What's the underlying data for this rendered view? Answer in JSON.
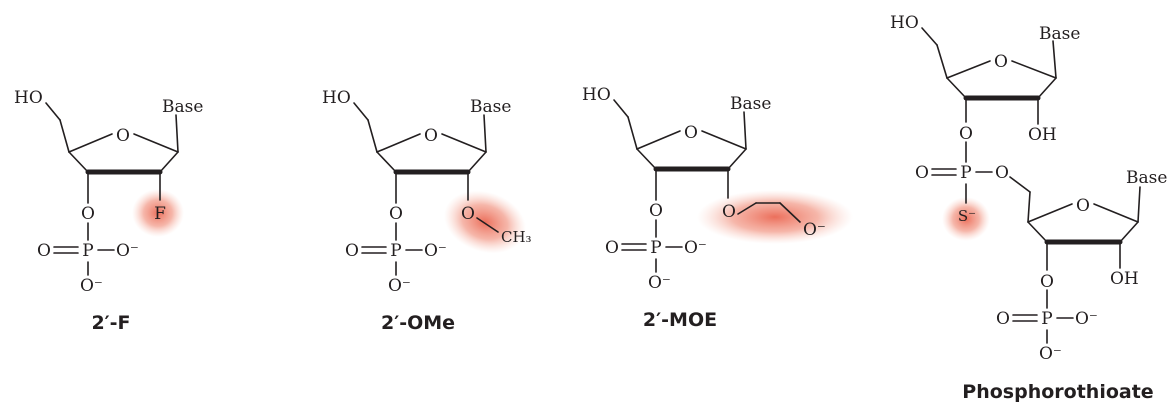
{
  "colors": {
    "ink": "#231f20",
    "highlight": "#e8563f"
  },
  "atoms": {
    "ho": "HO",
    "base": "Base",
    "ring_oxygen": "O",
    "linker_oxygen": "O",
    "fluorine": "F",
    "methyl": "CH₃",
    "oxide_anion": "O⁻",
    "phosphorus": "P",
    "double_bond_oxygen": "O",
    "hydroxyl": "OH",
    "sulfur_anion": "S⁻"
  },
  "molecules": [
    {
      "id": "two-prime-f",
      "caption": "2′-F",
      "modification": "F"
    },
    {
      "id": "two-prime-ome",
      "caption": "2′-OMe",
      "modification": "OCH₃"
    },
    {
      "id": "two-prime-moe",
      "caption": "2′-MOE",
      "modification": "OCH₂CH₂O⁻"
    },
    {
      "id": "phosphorothioate",
      "caption": "Phosphorothioate",
      "modification": "S⁻"
    }
  ]
}
